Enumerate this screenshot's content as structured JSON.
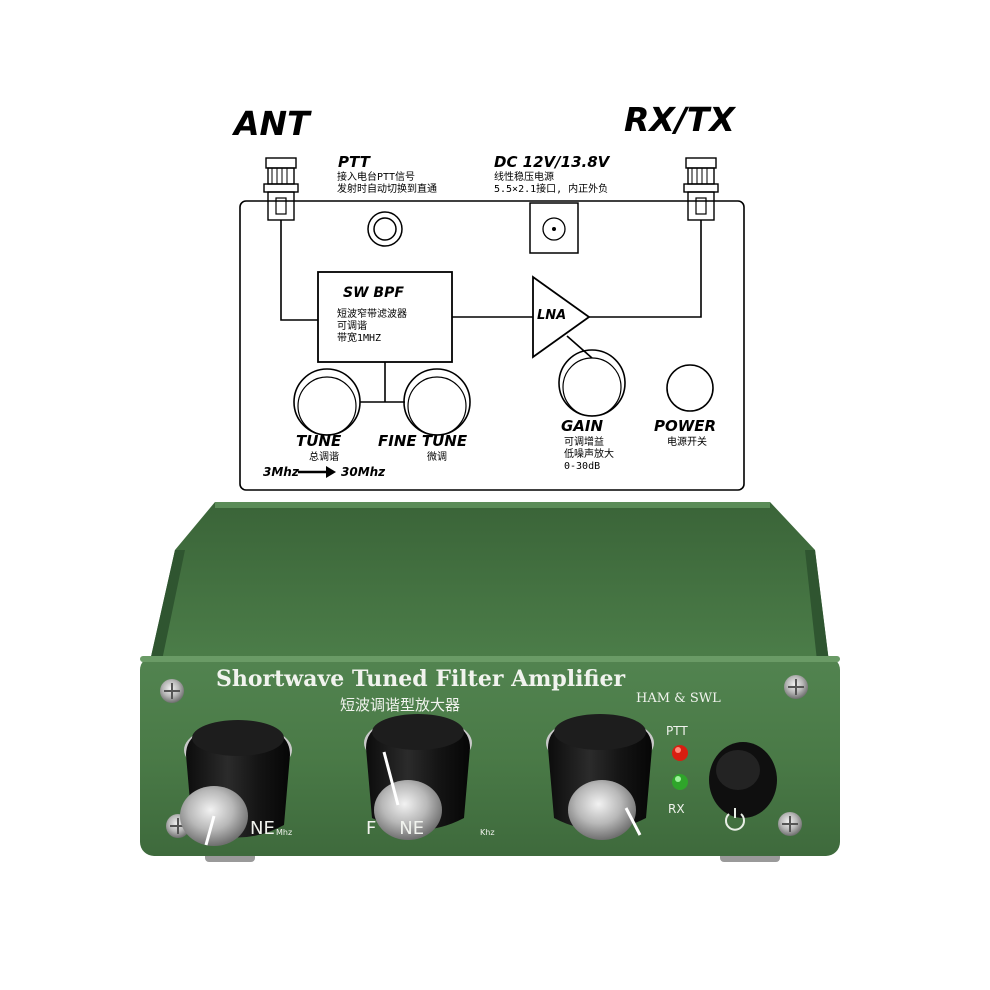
{
  "diagram": {
    "ant_label": "ANT",
    "rxtx_label": "RX/TX",
    "ptt": {
      "title": "PTT",
      "desc_line1": "接入电台PTT信号",
      "desc_line2": "发射时自动切换到直通"
    },
    "dc": {
      "title": "DC 12V/13.8V",
      "desc_line1": "线性稳压电源",
      "desc_line2": "5.5×2.1接口, 内正外负"
    },
    "bpf": {
      "title": "SW BPF",
      "line1": "短波窄带滤波器",
      "line2": "可调谐",
      "line3": "带宽1MHZ"
    },
    "lna_label": "LNA",
    "tune": {
      "title": "TUNE",
      "desc": "总调谐"
    },
    "fine_tune": {
      "title": "FINE TUNE",
      "desc": "微调"
    },
    "range": {
      "from": "3Mhz",
      "arrow": "→",
      "to": "30Mhz"
    },
    "gain": {
      "title": "GAIN",
      "line1": "可调增益",
      "line2": "低噪声放大",
      "line3": "0-30dB"
    },
    "power": {
      "title": "POWER",
      "desc": "电源开关"
    }
  },
  "device": {
    "title_en": "Shortwave Tuned Filter Amplifier",
    "title_cn": "短波调谐型放大器",
    "brand": "HAM & SWL",
    "ptt_label": "PTT",
    "rx_label": "RX",
    "tune_label_partial": "NE",
    "tune_unit": "Mhz",
    "fine_tune_label_partial": "F    NE",
    "fine_unit": "Khz",
    "colors": {
      "body_green": "#3f6b3d",
      "front_green": "#4a7a48",
      "ptt_led": "#d81e10",
      "rx_led": "#2fa52a"
    }
  }
}
